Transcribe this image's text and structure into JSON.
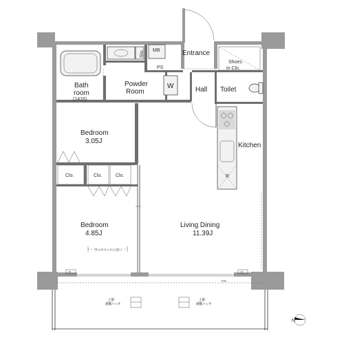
{
  "rooms": {
    "entrance": "Entrance",
    "shoes_line1": "Shoes",
    "shoes_line2": "in Clo.",
    "mb": "MB",
    "sto": "Sto.",
    "ps": "PS",
    "w": "W",
    "hall": "Hall",
    "toilet": "Toilet",
    "bath_line1": "Bath",
    "bath_line2": "room",
    "bath_size": "(1416)",
    "powder_line1": "Powder",
    "powder_line2": "Room",
    "kitchen": "Kitchen",
    "bedroom1_name": "Bedroom",
    "bedroom1_size": "3.05J",
    "bedroom2_name": "Bedroom",
    "bedroom2_size": "4.85J",
    "clo_left": "Clo.",
    "clo_mid1": "Clo.",
    "clo_mid2": "Clo.",
    "living_name": "Living Dining",
    "living_size": "11.39J",
    "laundry_hanger": "ランドリーハンガー",
    "r_mark": "R",
    "p_left": "P",
    "p_right": "P",
    "fix": "FIX",
    "hatch_left_line1": "上部",
    "hatch_left_line2": "避難ハッチ",
    "hatch_right_line1": "上部",
    "hatch_right_line2": "避難ハッチ",
    "north": "N"
  },
  "colors": {
    "wall": "#9a9a9a",
    "wall_dark": "#6f6f6f",
    "line": "#333333"
  }
}
